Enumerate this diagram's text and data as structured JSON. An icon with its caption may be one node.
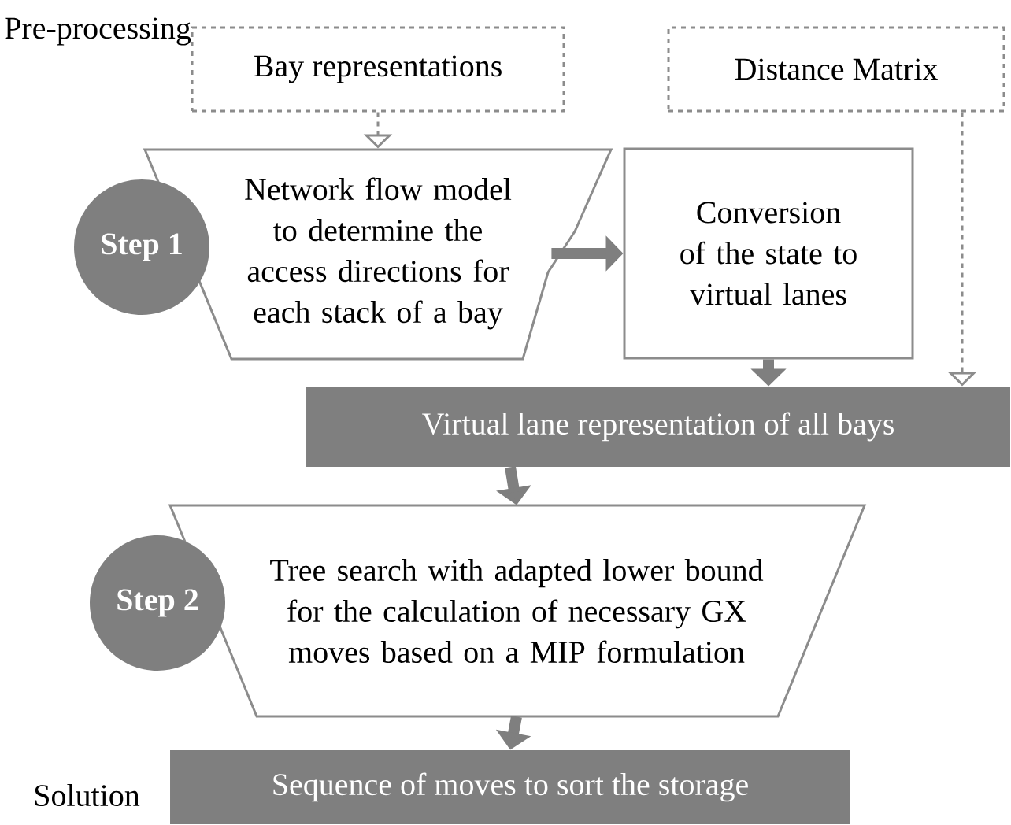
{
  "diagram": {
    "nodes": [
      {
        "text": [
          "Bay representations"
        ]
      },
      {
        "text": [
          "Distance Matrix"
        ]
      },
      {
        "text": [
          "Step 1"
        ]
      },
      {
        "text": [
          "Network flow model to determine the access directions for each stack of a bay"
        ]
      },
      {
        "text": [
          "Conversion of the state to virtual lanes"
        ]
      },
      {
        "text": [
          "Virtual lane representation of all bays"
        ]
      },
      {
        "text": [
          "Step 2"
        ]
      },
      {
        "text": [
          "Tree search with adapted lower bound for the calculation of necessary GX moves based on a MIP formulation"
        ]
      },
      {
        "text": [
          "Sequence of moves to sort the storage"
        ]
      }
    ],
    "edges": [
      {
        "from": 0,
        "to": 3,
        "arrow": "to",
        "style": "dashed"
      },
      {
        "from": 1,
        "to": 5,
        "arrow": "to",
        "style": "dashed"
      },
      {
        "from": 3,
        "to": 4,
        "arrow": "to"
      },
      {
        "from": 4,
        "to": 5,
        "arrow": "to"
      },
      {
        "from": 5,
        "to": 7,
        "arrow": "to"
      },
      {
        "from": 7,
        "to": 8,
        "arrow": "to"
      }
    ],
    "labels": [
      "Pre-processing",
      "Solution"
    ]
  }
}
